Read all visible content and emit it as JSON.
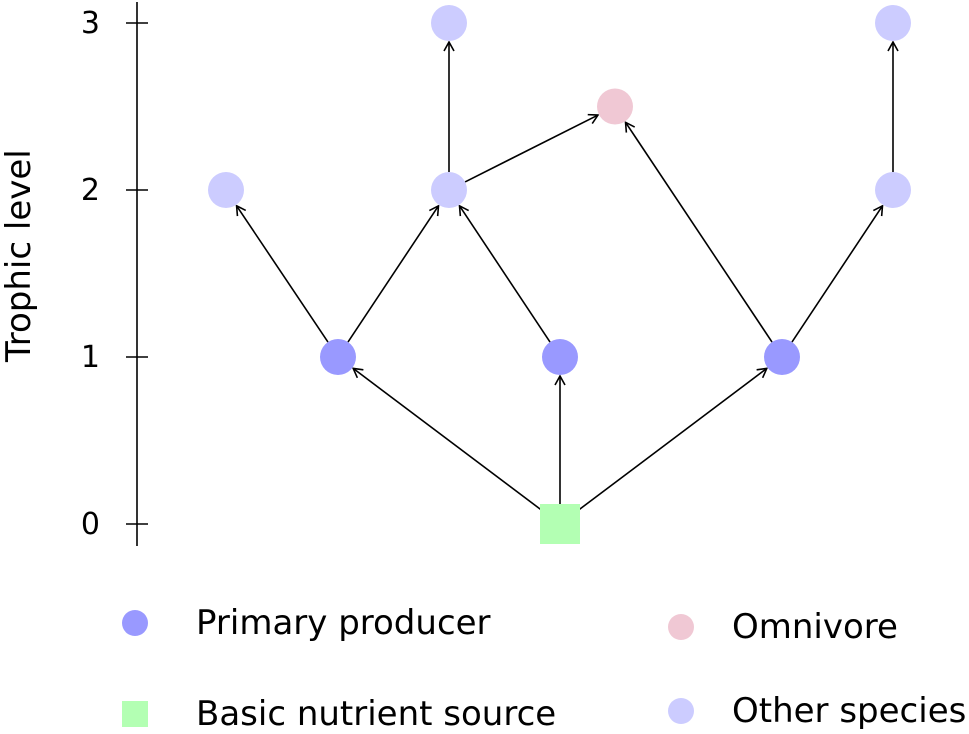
{
  "chart_data": {
    "type": "diagram",
    "title": "",
    "ylabel": "Trophic level",
    "yticks": [
      "0",
      "1",
      "2",
      "3"
    ],
    "ylim": [
      0,
      3
    ],
    "nodes": [
      {
        "id": "source",
        "type": "Basic nutrient source",
        "x": 560,
        "level": 0
      },
      {
        "id": "p1",
        "type": "Primary producer",
        "x": 338,
        "level": 1
      },
      {
        "id": "p2",
        "type": "Primary producer",
        "x": 560,
        "level": 1
      },
      {
        "id": "p3",
        "type": "Primary producer",
        "x": 782,
        "level": 1
      },
      {
        "id": "s1",
        "type": "Other species",
        "x": 226,
        "level": 2
      },
      {
        "id": "s2",
        "type": "Other species",
        "x": 449,
        "level": 2
      },
      {
        "id": "s3",
        "type": "Other species",
        "x": 893,
        "level": 2
      },
      {
        "id": "s4",
        "type": "Other species",
        "x": 449,
        "level": 3
      },
      {
        "id": "s5",
        "type": "Other species",
        "x": 893,
        "level": 3
      },
      {
        "id": "o1",
        "type": "Omnivore",
        "x": 615,
        "level": 2.5
      }
    ],
    "edges": [
      [
        "source",
        "p1"
      ],
      [
        "source",
        "p2"
      ],
      [
        "source",
        "p3"
      ],
      [
        "p1",
        "s1"
      ],
      [
        "p1",
        "s2"
      ],
      [
        "p2",
        "s2"
      ],
      [
        "p3",
        "o1"
      ],
      [
        "p3",
        "s3"
      ],
      [
        "s2",
        "s4"
      ],
      [
        "s2",
        "o1"
      ],
      [
        "s3",
        "s5"
      ]
    ]
  },
  "axis": {
    "ylabel": "Trophic level",
    "ticks": [
      "0",
      "1",
      "2",
      "3"
    ]
  },
  "colors": {
    "primary_producer": "#9999ff",
    "basic_nutrient_source": "#b3ffb3",
    "omnivore": "#f0c8d4",
    "other_species": "#ccccff"
  },
  "legend": {
    "items": [
      {
        "label": "Primary producer",
        "shape": "circle",
        "color": "#9999ff"
      },
      {
        "label": "Omnivore",
        "shape": "circle",
        "color": "#f0c8d4"
      },
      {
        "label": "Basic nutrient source",
        "shape": "square",
        "color": "#b3ffb3"
      },
      {
        "label": "Other species",
        "shape": "circle",
        "color": "#ccccff"
      }
    ]
  }
}
